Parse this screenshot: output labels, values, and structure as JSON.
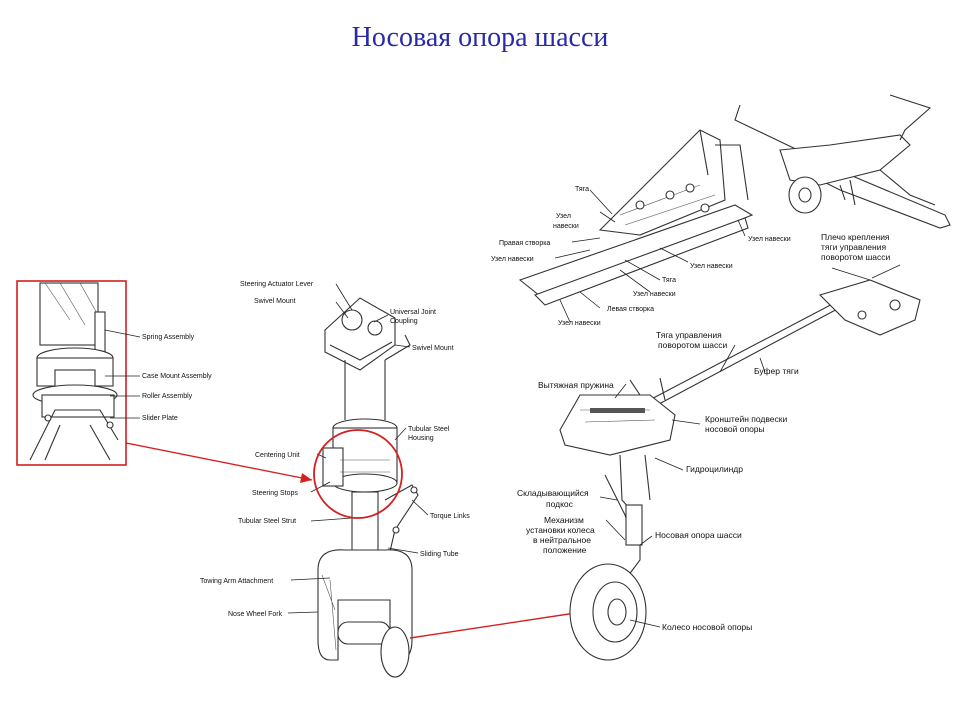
{
  "title": "Носовая опора шасси",
  "colors": {
    "title": "#2a2aa8",
    "highlight": "#d42020",
    "drawing": "#333333"
  },
  "inset_labels": [
    "Spring Assembly",
    "Case Mount Assembly",
    "Roller Assembly",
    "Slider Plate"
  ],
  "strut_labels": [
    "Steering Actuator Lever",
    "Swivel Mount",
    "Universal Joint",
    "Coupling",
    "Swivel Mount",
    "Tubular Steel",
    "Housing",
    "Centering Unit",
    "Steering Stops",
    "Tubular Steel Strut",
    "Torque Links",
    "Sliding Tube",
    "Towing Arm Attachment",
    "Nose Wheel Fork"
  ],
  "bay_labels": [
    "Тяга",
    "Узел",
    "навески",
    "Правая створка",
    "Узел навески",
    "Тяга",
    "Узел навески",
    "Узел навески",
    "Левая створка",
    "Узел навески",
    "Узел навески"
  ],
  "mechanism_labels": [
    "Плечо крепления",
    "тяги управления",
    "поворотом шасси",
    "Тяга управления",
    "поворотом шасси",
    "Буфер тяги",
    "Вытяжная пружина",
    "Кронштейн подвески",
    "носовой опоры",
    "Гидроцилиндр",
    "Складывающийся",
    "подкос",
    "Механизм",
    "установки колеса",
    "в нейтральное",
    "положение",
    "Носовая опора шасси",
    "Колесо носовой опоры"
  ]
}
